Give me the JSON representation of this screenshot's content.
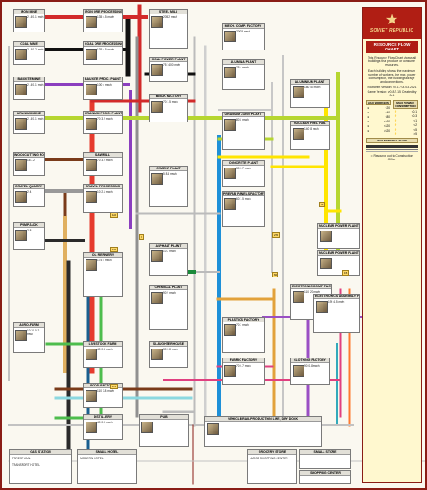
{
  "logo": {
    "text": "SOVIET REPUBLIC"
  },
  "panel": {
    "title": "RESOURCE FLOW CHART",
    "intro": "This Resource Flow Chart shows all buildings that produce or consume resources.",
    "intro2": "Each building shows the maximum number of workers, the max. power consumption, the building storage and connections.",
    "credits": "Flowchart Version: v0.1 / 08.03.2021  Game Version: v0.8.7.15  Created by 0r4",
    "workers_header": "MAX WORKERS",
    "power_header": "MAX POWER CONSUMPTION",
    "workers": [
      "<20",
      "<40",
      "<80",
      "<160",
      "<320",
      ">320"
    ],
    "power": [
      "<0.1",
      "<0.3",
      "<1",
      "<2",
      "<5",
      ">5"
    ],
    "material_header": "MAX MATERIAL FLOW",
    "resource_note": "= Resource out to Construction Office"
  },
  "buildings": [
    {
      "name": "IRON MINE",
      "stats": "2  -6  0.1 mwh"
    },
    {
      "name": "COAL MINE",
      "stats": "2  -6  0.2 mwh"
    },
    {
      "name": "BAUXITE MINE",
      "stats": "2  -6  0.1 mwh"
    },
    {
      "name": "URANIUM MINE",
      "stats": "2  -6  0.1 mwh"
    },
    {
      "name": "WOODCUTTING POST",
      "stats": "18  3.2"
    },
    {
      "name": "GRAVEL QUARRY",
      "stats": "2  4"
    },
    {
      "name": "PUMPJACK",
      "stats": "2  8"
    },
    {
      "name": "AGRO-FARM",
      "stats": "10  30  0.2 mwh"
    },
    {
      "name": "IRON ORE PROCESSING",
      "stats": "135  4.5 mwh"
    },
    {
      "name": "COAL ORE PROCESSING",
      "stats": "135  4.5 mwh"
    },
    {
      "name": "BAUXITE PROC. PLANT",
      "stats": "100  4 mwh"
    },
    {
      "name": "URANIUM PROC. PLANT",
      "stats": "70  3.2 mwh"
    },
    {
      "name": "SAWMILL",
      "stats": "70  3.2 mwh"
    },
    {
      "name": "GRAVEL PROCESSING",
      "stats": "10  2.1 mwh"
    },
    {
      "name": "OIL REFINERY",
      "stats": "175  4 mwh"
    },
    {
      "name": "LIVESTOCK FARM",
      "stats": "40  0.5 mwh"
    },
    {
      "name": "FOOD FACTORY",
      "stats": "110  3.8 mwh"
    },
    {
      "name": "DISTILLERY",
      "stats": "40  0.9 mwh"
    },
    {
      "name": "STEEL MILL",
      "stats": "205  2 mwh"
    },
    {
      "name": "COAL POWER PLANT",
      "stats": "75  1400 mwh"
    },
    {
      "name": "BRICK FACTORY",
      "stats": "70  1.5 mwh"
    },
    {
      "name": "CEMENT PLANT",
      "stats": "5  8.4 mwh"
    },
    {
      "name": "ASPHALT PLANT",
      "stats": "10  2 mwh"
    },
    {
      "name": "CHEMICAL PLANT",
      "stats": "90  9 mwh"
    },
    {
      "name": "SLAUGHTERHOUSE",
      "stats": "30  0.8 mwh"
    },
    {
      "name": "PUB",
      "stats": ""
    },
    {
      "name": "MECH. COMP. FACTORY",
      "stats": "700  8 mwh"
    },
    {
      "name": "ALUMINA PLANT",
      "stats": "75  4 mwh"
    },
    {
      "name": "URANIUM CONV. PLANT",
      "stats": "80  8 mwh"
    },
    {
      "name": "CONCRETE PLANT",
      "stats": "30  0.7 mwh"
    },
    {
      "name": "PREFAB PANELS FACTORY",
      "stats": "60  1.5 mwh"
    },
    {
      "name": "PLASTICS FACTORY",
      "stats": "70  3 mwh"
    },
    {
      "name": "FABRIC FACTORY",
      "stats": "70  0.7 mwh"
    },
    {
      "name": "VEHICLE/RAIL PRODUCTION LINE, DRY DOCK",
      "stats": ""
    },
    {
      "name": "ALUMINIUM PLANT",
      "stats": "180  50 mwh"
    },
    {
      "name": "NUCLEAR FUEL FAB.",
      "stats": "140  8 mwh"
    },
    {
      "name": "ELECTRONIC COMP. FACTORY",
      "stats": "110  20 mwh"
    },
    {
      "name": "CLOTHING FACTORY",
      "stats": "90  0.8 mwh"
    },
    {
      "name": "ELECTRONICS ASSEMBLY FAC.",
      "stats": "195  4.5 mwh"
    },
    {
      "name": "NUCLEAR POWER PLANT (SINGLE REACTOR)",
      "stats": ""
    },
    {
      "name": "NUCLEAR POWER PLANT (TWIN REACTOR)",
      "stats": ""
    },
    {
      "name": "GAS STATION",
      "stats": ""
    },
    {
      "name": "SMALL HOTEL",
      "stats": ""
    },
    {
      "name": "GROCERY STORE",
      "stats": ""
    },
    {
      "name": "SMALL STORE",
      "stats": ""
    },
    {
      "name": "SHOPPING CENTER",
      "stats": ""
    }
  ],
  "bottom_lines": [
    "FOREST VAN.",
    "TRANSPORT HOTEL",
    "MODERN HOTEL",
    "LARGE SHOPPING CENTER"
  ],
  "flow_labels": [
    "8",
    "180",
    "100",
    "275",
    "60",
    "45",
    "15",
    "125"
  ]
}
